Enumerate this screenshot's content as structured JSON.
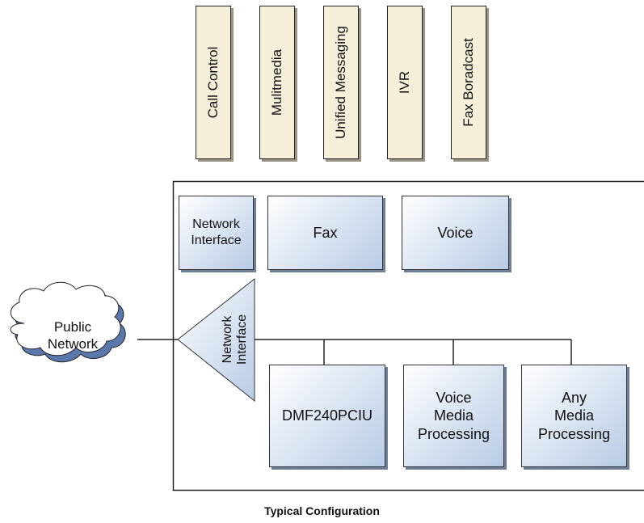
{
  "applications": [
    {
      "label": "Call Control"
    },
    {
      "label": "Mulitmedia"
    },
    {
      "label": "Unified Messaging"
    },
    {
      "label": "IVR"
    },
    {
      "label": "Fax Boradcast"
    }
  ],
  "system": {
    "network_interface_box": {
      "line1": "Network",
      "line2": "Interface"
    },
    "fax": "Fax",
    "voice": "Voice",
    "triangle": {
      "line1": "Network",
      "line2": "Interface"
    }
  },
  "cloud": {
    "line1": "Public",
    "line2": "Network"
  },
  "processors": {
    "dmf": "DMF240PCIU",
    "voice_media": {
      "line1": "Voice",
      "line2": "Media",
      "line3": "Processing"
    },
    "any_media": {
      "line1": "Any",
      "line2": "Media",
      "line3": "Processing"
    }
  },
  "caption": "Typical Configuration",
  "colors": {
    "app_fill": "#f6efd9",
    "block_gradient_end": "#b8cbe6",
    "cloud_shadow": "#5b78ad"
  }
}
